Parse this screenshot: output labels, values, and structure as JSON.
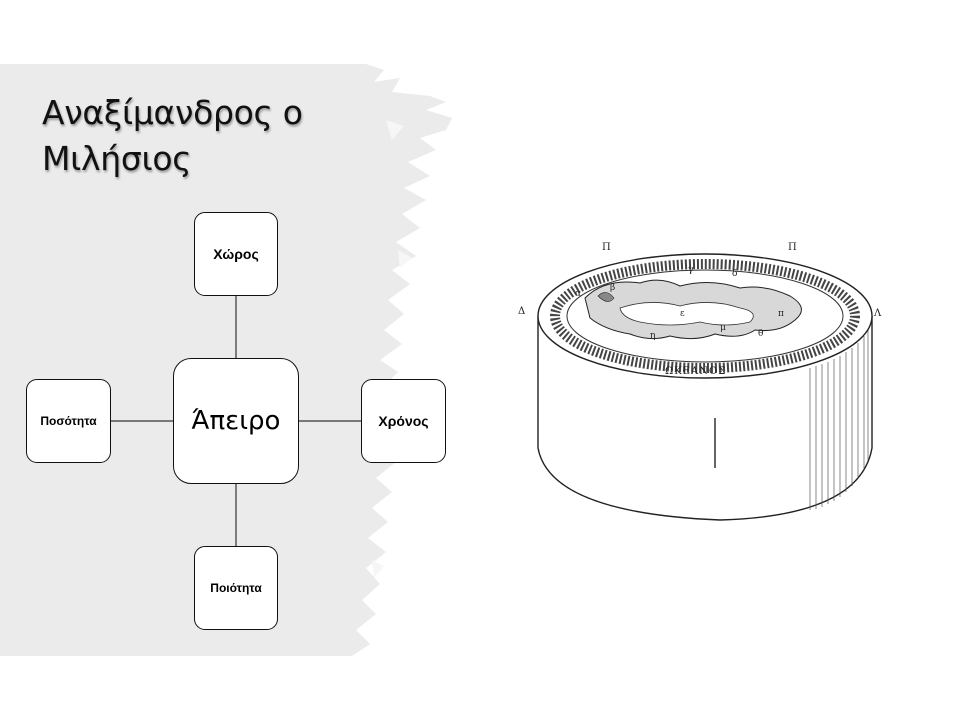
{
  "title": {
    "line1": "Αναξίμανδρος ο",
    "line2": "Μιλήσιος"
  },
  "diagram": {
    "center": "Άπειρο",
    "top": "Χώρος",
    "right": "Χρόνος",
    "left": "Ποσότητα",
    "bottom": "Ποιότητα"
  },
  "illustration": {
    "rim_text": "ΩΚΕΑΝΟΣ",
    "labels": {
      "top_left": "Π",
      "top_right": "Π",
      "left": "Δ",
      "right": "Λ"
    }
  }
}
